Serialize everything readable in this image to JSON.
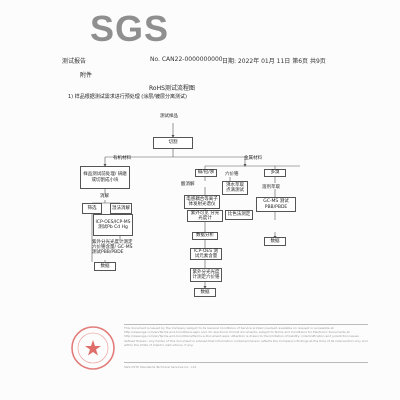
{
  "header": {
    "logo": "SGS",
    "report_label": "测试报告",
    "report_no": "No. CAN22-0000000000",
    "date": "日期: 2022年 01月 11日",
    "page": "第6页 共9页"
  },
  "section_label": "附件",
  "flow": {
    "title": "RoHS测试流程图",
    "note": "1) 样品根据测试需求进行预处理 (涂层/镀层分离测试)",
    "start": "测试样品",
    "cut": "切割",
    "left_branch": "有机材料",
    "right_branch": "金属材料",
    "left_1": "样品测试前处理/ 研磨或切割成小块",
    "left_2": "消解",
    "left_3a": "筛选",
    "left_3b": "湿法消解",
    "left_4": "ICP-OES/ICP-MS 测试Pb Cd Hg",
    "left_5": "紫外分光光度计测定 六价铬含量/ GC-MS测试PBB/PBDE",
    "left_6": "数据",
    "r1_a": "镉/铅/汞",
    "r1_b": "六价铬",
    "r1_c": "多溴",
    "r1_sub": "酸消解",
    "r2_a": "沸水萃取 点滴测试",
    "r2_b": "电感耦合等离子 体发射光谱仪",
    "r2_c": "溶剂萃取",
    "r3_a": "紫外可见 分光光度计",
    "r3_b": "比色法测定",
    "r3_c": "GC-MS 测试PBB/PBDE",
    "r4_a": "数据分析",
    "r4_c": "数据",
    "r5": "ICP-OES 测试元素含量",
    "r6": "紫外分光光度 计测定六价铬",
    "r7": "数据"
  },
  "footer": {
    "text": "This document is issued by the Company subject to its General Conditions of Service printed overleaf, available on request or accessible at http://www.sgs.com/en/Terms-and-Conditions.aspx and, for electronic format documents, subject to Terms and Conditions for Electronic Documents at http://www.sgs.com/en/Terms-and-Conditions/Terms-e-Document.aspx. Attention is drawn to the limitation of liability, indemnification and jurisdiction issues defined therein. Any holder of this document is advised that information contained hereon reflects the Company's findings at the time of its intervention only and within the limits of Client's instructions, if any.",
    "address": "SGS-CSTC Standards Technical Services Co., Ltd."
  }
}
